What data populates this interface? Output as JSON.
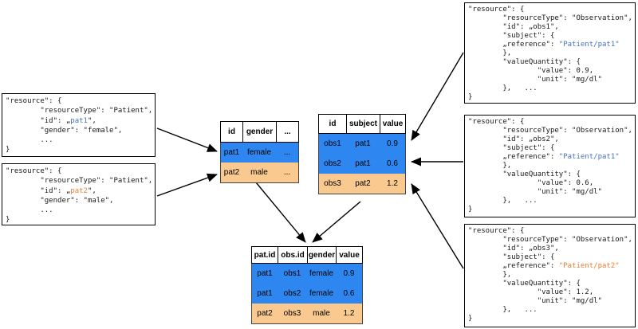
{
  "colors": {
    "row_blue": "#2E86F0",
    "row_orange": "#F9C98F",
    "code_blue": "#4472C4",
    "code_orange": "#ED7D31",
    "arrow": "#000000"
  },
  "patient_resources": [
    {
      "id": "pat1",
      "lines": [
        [
          {
            "t": "\"resource\": {"
          }
        ],
        [
          {
            "t": "        \"resourceType\": \"Patient\","
          }
        ],
        [
          {
            "t": "        \"id\": „"
          },
          {
            "t": "pat1",
            "c": "blue"
          },
          {
            "t": "\","
          }
        ],
        [
          {
            "t": "        \"gender\": \"female\","
          }
        ],
        [
          {
            "t": "        ..."
          }
        ],
        [
          {
            "t": "}"
          }
        ]
      ]
    },
    {
      "id": "pat2",
      "lines": [
        [
          {
            "t": "\"resource\": {"
          }
        ],
        [
          {
            "t": "        \"resourceType\": \"Patient\","
          }
        ],
        [
          {
            "t": "        \"id\": „"
          },
          {
            "t": "pat2",
            "c": "orange"
          },
          {
            "t": "\","
          }
        ],
        [
          {
            "t": "        \"gender\": \"male\","
          }
        ],
        [
          {
            "t": "        ..."
          }
        ],
        [
          {
            "t": "}"
          }
        ]
      ]
    }
  ],
  "observation_resources": [
    {
      "id": "obs1",
      "lines": [
        [
          {
            "t": "\"resource\": {"
          }
        ],
        [
          {
            "t": "        \"resourceType\": \"Observation\","
          }
        ],
        [
          {
            "t": "        \"id\": „obs1\","
          }
        ],
        [
          {
            "t": "        \"subject\": {"
          }
        ],
        [
          {
            "t": "        „reference\": "
          },
          {
            "t": "\"Patient/pat1\"",
            "c": "blue"
          }
        ],
        [
          {
            "t": "        },"
          }
        ],
        [
          {
            "t": "        \"valueQuantity\": {"
          }
        ],
        [
          {
            "t": "                \"value\": 0.9,"
          }
        ],
        [
          {
            "t": "                \"unit\": \"mg/dl\""
          }
        ],
        [
          {
            "t": "        },   ..."
          }
        ],
        [
          {
            "t": "}"
          }
        ]
      ]
    },
    {
      "id": "obs2",
      "lines": [
        [
          {
            "t": "\"resource\": {"
          }
        ],
        [
          {
            "t": "        \"resourceType\": \"Observation\","
          }
        ],
        [
          {
            "t": "        \"id\": „obs2\","
          }
        ],
        [
          {
            "t": "        \"subject\": {"
          }
        ],
        [
          {
            "t": "        „reference\": "
          },
          {
            "t": "\"Patient/pat1\"",
            "c": "blue"
          }
        ],
        [
          {
            "t": "        },"
          }
        ],
        [
          {
            "t": "        \"valueQuantity\": {"
          }
        ],
        [
          {
            "t": "                \"value\": 0.6,"
          }
        ],
        [
          {
            "t": "                \"unit\": \"mg/dl\""
          }
        ],
        [
          {
            "t": "        },   ..."
          }
        ],
        [
          {
            "t": "}"
          }
        ]
      ]
    },
    {
      "id": "obs3",
      "lines": [
        [
          {
            "t": "\"resource\": {"
          }
        ],
        [
          {
            "t": "        \"resourceType\": \"Observation\","
          }
        ],
        [
          {
            "t": "        \"id\": „obs3\","
          }
        ],
        [
          {
            "t": "        \"subject\": {"
          }
        ],
        [
          {
            "t": "        „reference\": "
          },
          {
            "t": "\"Patient/pat2\"",
            "c": "orange"
          }
        ],
        [
          {
            "t": "        },"
          }
        ],
        [
          {
            "t": "        \"valueQuantity\": {"
          }
        ],
        [
          {
            "t": "                \"value\": 1.2,"
          }
        ],
        [
          {
            "t": "                \"unit\": \"mg/dl\""
          }
        ],
        [
          {
            "t": "        },   ..."
          }
        ],
        [
          {
            "t": "}"
          }
        ]
      ]
    }
  ],
  "tables": {
    "patient": {
      "headers": [
        "id",
        "gender",
        "..."
      ],
      "rows": [
        {
          "tone": "blue",
          "cells": [
            "pat1",
            "female",
            "..."
          ]
        },
        {
          "tone": "orange",
          "cells": [
            "pat2",
            "male",
            "..."
          ]
        }
      ]
    },
    "observation": {
      "headers": [
        "id",
        "subject",
        "value"
      ],
      "rows": [
        {
          "tone": "blue",
          "cells": [
            "obs1",
            "pat1",
            "0.9"
          ]
        },
        {
          "tone": "blue",
          "cells": [
            "obs2",
            "pat1",
            "0.6"
          ]
        },
        {
          "tone": "orange",
          "cells": [
            "obs3",
            "pat2",
            "1.2"
          ]
        }
      ]
    },
    "joined": {
      "headers": [
        "pat.id",
        "obs.id",
        "gender",
        "value"
      ],
      "rows": [
        {
          "tone": "blue",
          "cells": [
            "pat1",
            "obs1",
            "female",
            "0.9"
          ]
        },
        {
          "tone": "blue",
          "cells": [
            "pat1",
            "obs2",
            "female",
            "0.6"
          ]
        },
        {
          "tone": "orange",
          "cells": [
            "pat2",
            "obs3",
            "male",
            "1.2"
          ]
        }
      ]
    }
  }
}
